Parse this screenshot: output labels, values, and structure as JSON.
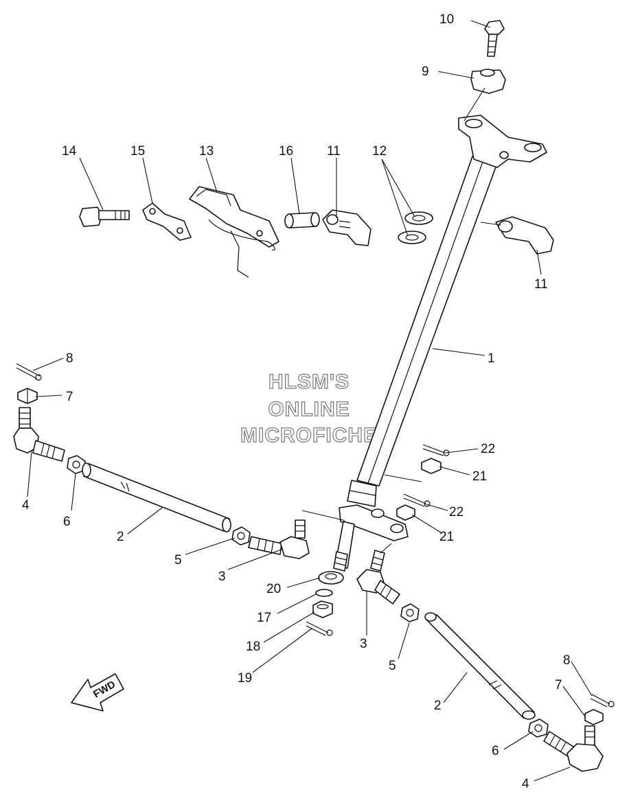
{
  "watermark": [
    "HLSM'S",
    "ONLINE",
    "MICROFICHE"
  ],
  "direction_label": "FWD",
  "callouts": [
    {
      "id": "c10",
      "text": "10"
    },
    {
      "id": "c9",
      "text": "9"
    },
    {
      "id": "c14",
      "text": "14"
    },
    {
      "id": "c15",
      "text": "15"
    },
    {
      "id": "c13",
      "text": "13"
    },
    {
      "id": "c16",
      "text": "16"
    },
    {
      "id": "c11a",
      "text": "11"
    },
    {
      "id": "c12",
      "text": "12"
    },
    {
      "id": "c11b",
      "text": "11"
    },
    {
      "id": "c1",
      "text": "1"
    },
    {
      "id": "c8a",
      "text": "8"
    },
    {
      "id": "c7a",
      "text": "7"
    },
    {
      "id": "c4a",
      "text": "4"
    },
    {
      "id": "c6a",
      "text": "6"
    },
    {
      "id": "c2a",
      "text": "2"
    },
    {
      "id": "c5a",
      "text": "5"
    },
    {
      "id": "c3a",
      "text": "3"
    },
    {
      "id": "c22a",
      "text": "22"
    },
    {
      "id": "c21a",
      "text": "21"
    },
    {
      "id": "c22b",
      "text": "22"
    },
    {
      "id": "c21b",
      "text": "21"
    },
    {
      "id": "c20",
      "text": "20"
    },
    {
      "id": "c17",
      "text": "17"
    },
    {
      "id": "c18",
      "text": "18"
    },
    {
      "id": "c19",
      "text": "19"
    },
    {
      "id": "c3b",
      "text": "3"
    },
    {
      "id": "c5b",
      "text": "5"
    },
    {
      "id": "c2b",
      "text": "2"
    },
    {
      "id": "c8b",
      "text": "8"
    },
    {
      "id": "c7b",
      "text": "7"
    },
    {
      "id": "c6b",
      "text": "6"
    },
    {
      "id": "c4b",
      "text": "4"
    }
  ]
}
